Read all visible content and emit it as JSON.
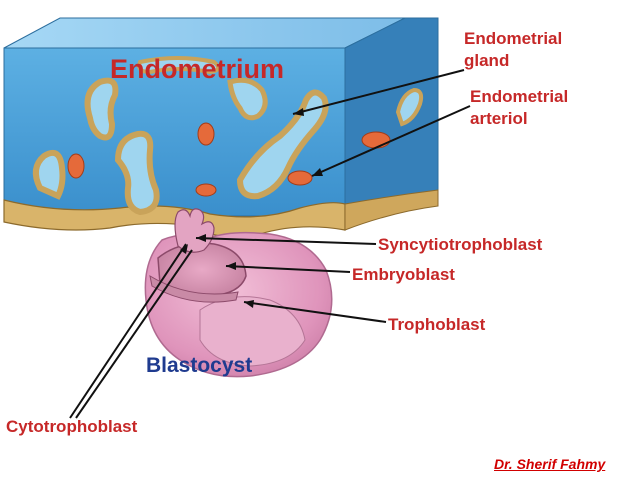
{
  "labels": {
    "endometrium": "Endometrium",
    "endometrial_gland_1": "Endometrial",
    "endometrial_gland_2": "gland",
    "endometrial_arteriol_1": "Endometrial",
    "endometrial_arteriol_2": "arteriol",
    "syncytiotrophoblast": "Syncytiotrophoblast",
    "embryoblast": "Embryoblast",
    "trophoblast": "Trophoblast",
    "blastocyst": "Blastocyst",
    "cytotrophoblast": "Cytotrophoblast"
  },
  "credit": {
    "author": "Dr. Sherif Fahmy"
  },
  "colors": {
    "tissue_blue": "#4a9fd6",
    "tissue_top": "#8bc8ee",
    "tissue_side": "#3a8ac4",
    "gland": "#c9a35a",
    "arteriole": "#e56a3a",
    "blastocyst": "#e8a3c6",
    "label_red": "#c62828",
    "label_blue": "#1f3b8f"
  }
}
